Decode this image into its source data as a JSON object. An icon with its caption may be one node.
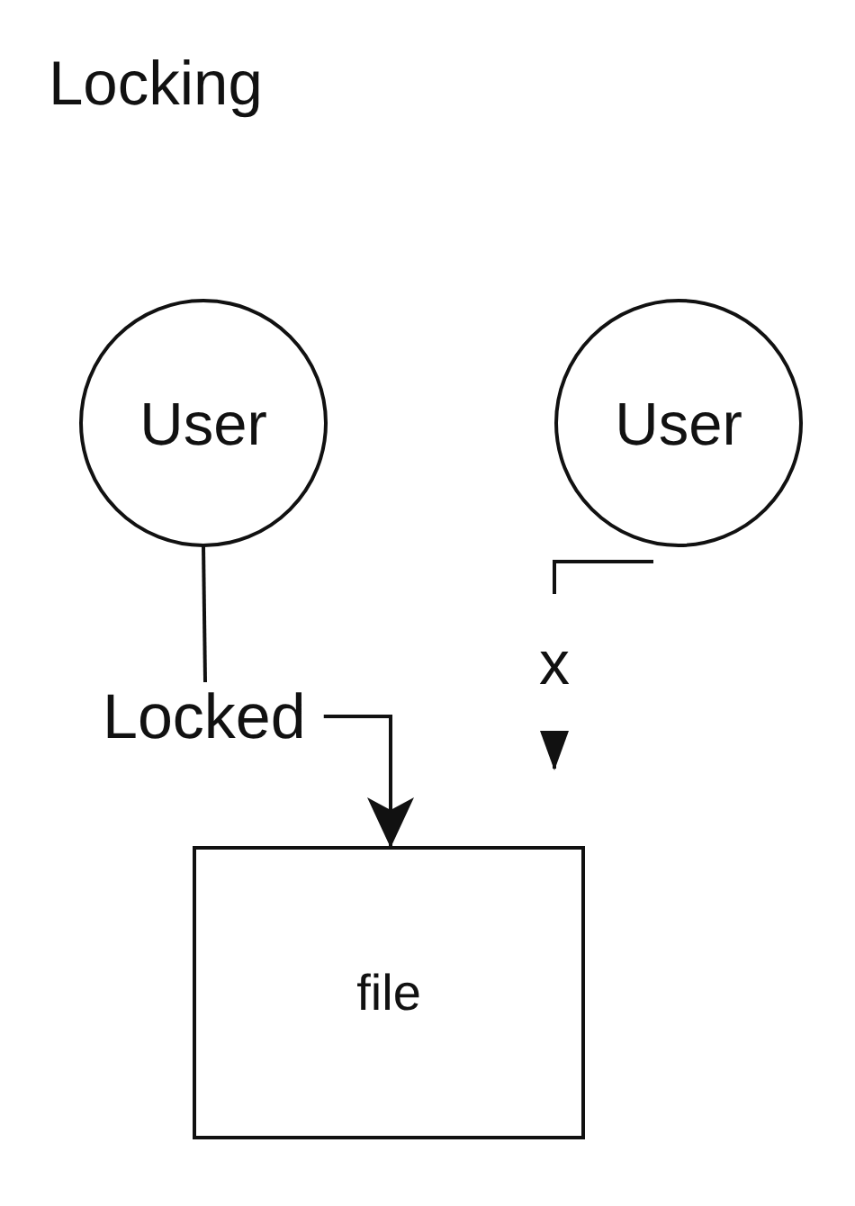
{
  "diagram": {
    "title": "Locking",
    "nodes": [
      {
        "text": [
          "User"
        ]
      },
      {
        "text": [
          "User"
        ]
      },
      {
        "text": [
          "Locked"
        ]
      },
      {
        "text": [
          "file"
        ]
      }
    ],
    "edges": [
      {
        "from": 0,
        "to": 2,
        "arrow": "none"
      },
      {
        "from": 2,
        "to": 3,
        "arrow": "to"
      },
      {
        "from": 1,
        "to": null,
        "arrow": "to",
        "label": "x"
      }
    ]
  }
}
